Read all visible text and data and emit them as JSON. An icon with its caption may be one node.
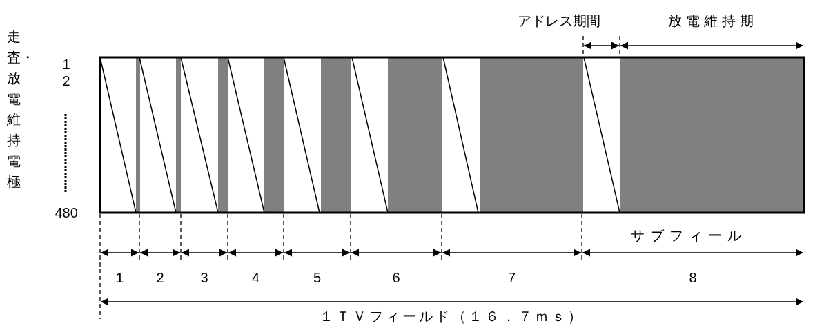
{
  "diagram": {
    "labels": [
      "アドレス期間",
      "放電維持期",
      "走査・放電維持電極",
      "1",
      "2",
      "480",
      "サブフィール",
      "1",
      "2",
      "3",
      "4",
      "5",
      "6",
      "7",
      "8",
      "１ＴＶフィールド（１６．７ｍｓ）"
    ]
  }
}
